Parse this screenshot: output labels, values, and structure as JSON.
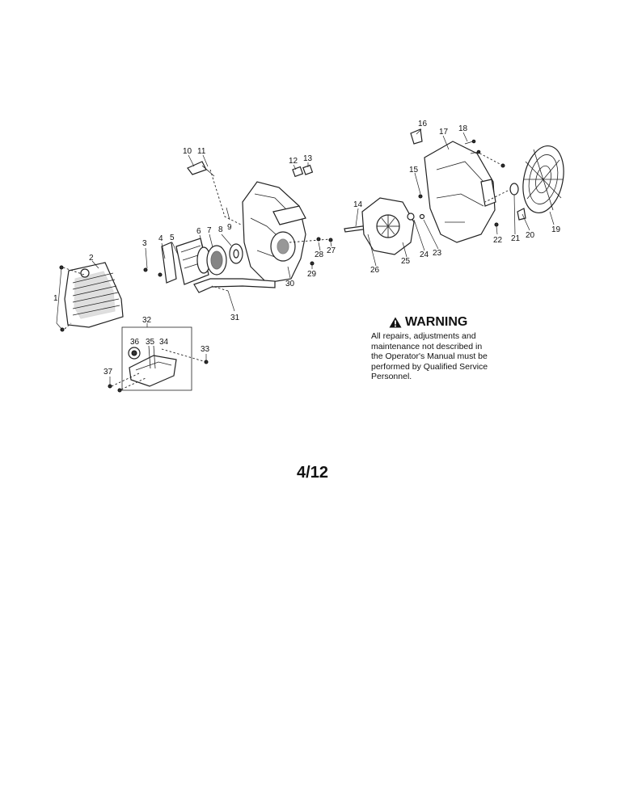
{
  "callouts": [
    "1",
    "2",
    "3",
    "4",
    "5",
    "6",
    "7",
    "8",
    "9",
    "10",
    "11",
    "12",
    "13",
    "14",
    "15",
    "16",
    "17",
    "18",
    "19",
    "20",
    "21",
    "22",
    "23",
    "24",
    "25",
    "26",
    "27",
    "28",
    "29",
    "30",
    "31",
    "32",
    "33",
    "34",
    "35",
    "36",
    "37"
  ],
  "warning": {
    "title": "WARNING",
    "lines": [
      "All repairs, adjustments and",
      "maintenance not described in",
      "the Operator's Manual must be",
      "performed by Qualified Service",
      "Personnel."
    ]
  },
  "page_number": "4/12"
}
